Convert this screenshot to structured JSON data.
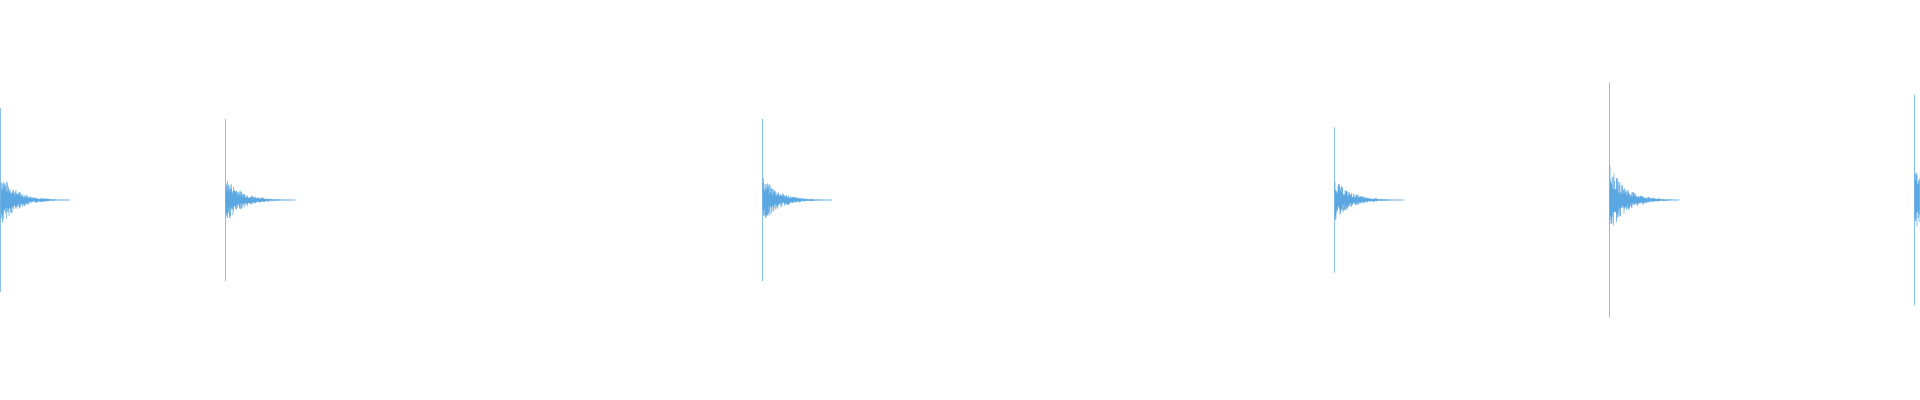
{
  "waveform": {
    "color": "#5aa7e2",
    "background": "#ffffff",
    "transients": [
      {
        "time": 0.0,
        "peak": 0.68
      },
      {
        "time": 0.117,
        "peak": 0.6
      },
      {
        "time": 0.397,
        "peak": 0.6
      },
      {
        "time": 0.695,
        "peak": 0.54
      },
      {
        "time": 0.838,
        "peak": 0.87
      },
      {
        "time": 0.997,
        "peak": 0.78
      }
    ]
  }
}
